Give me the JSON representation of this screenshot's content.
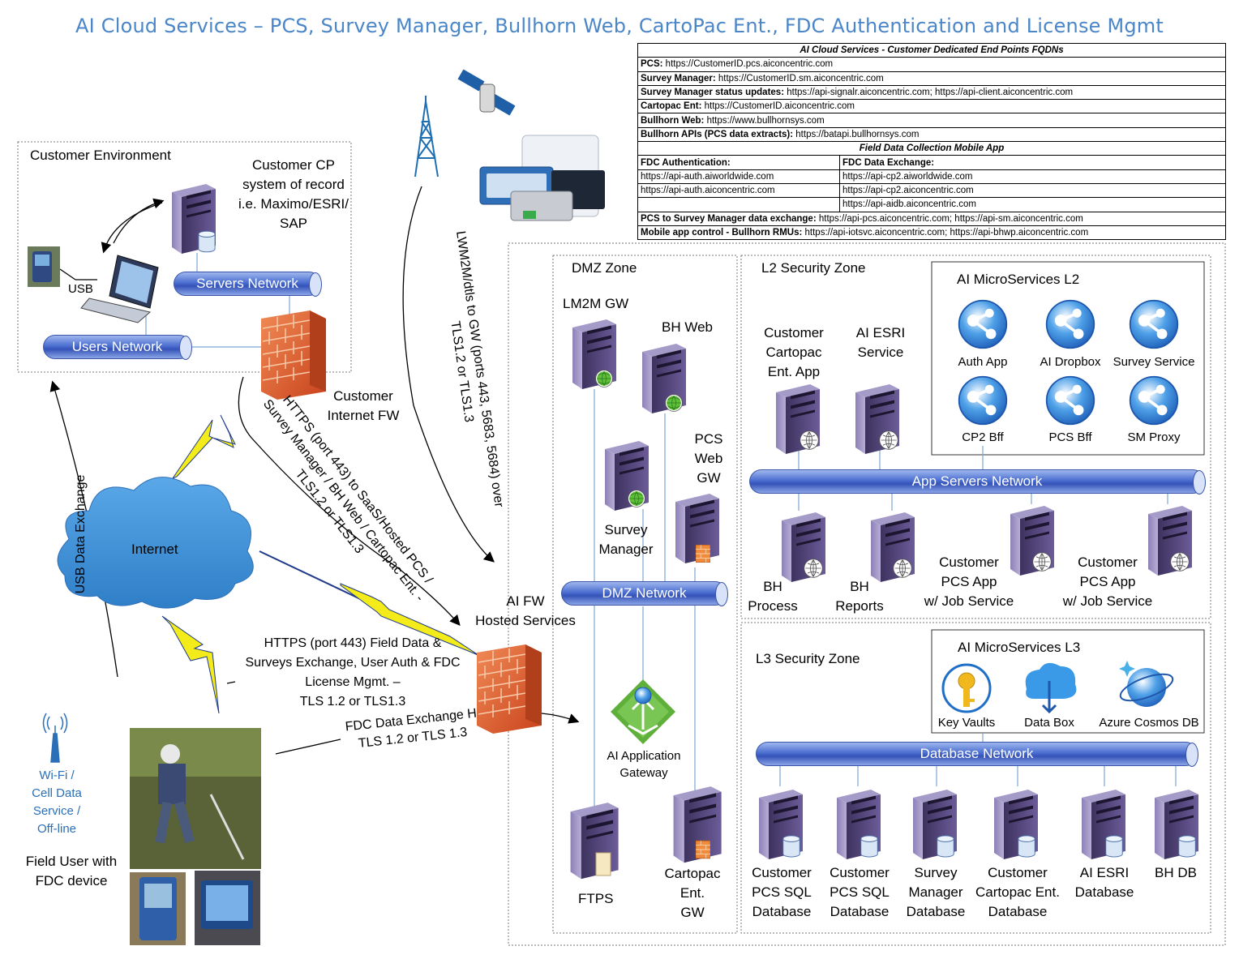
{
  "title": "AI Cloud Services – PCS, Survey Manager, Bullhorn Web, CartoPac Ent., FDC Authentication and License Mgmt",
  "table": {
    "header": "AI Cloud Services - Customer Dedicated End Points FQDNs",
    "rows": [
      {
        "key": "PCS:",
        "value": " https://CustomerID.pcs.aiconcentric.com"
      },
      {
        "key": "Survey Manager:",
        "value": " https://CustomerID.sm.aiconcentric.com"
      },
      {
        "key": "Survey Manager status updates:",
        "value": " https://api-signalr.aiconcentric.com; https://api-client.aiconcentric.com"
      },
      {
        "key": "Cartopac Ent:",
        "value": " https://CustomerID.aiconcentric.com"
      },
      {
        "key": "Bullhorn Web:",
        "value": " https://www.bullhornsys.com"
      },
      {
        "key": "Bullhorn APIs (PCS data extracts):",
        "value": " https://batapi.bullhornsys.com"
      }
    ],
    "fdc_header": "Field Data Collection Mobile App",
    "fdc_auth_header": "FDC Authentication:",
    "fdc_exchange_header": "FDC Data Exchange:",
    "fdc_rows": [
      [
        "https://api-auth.aiworldwide.com",
        "https://api-cp2.aiworldwide.com"
      ],
      [
        "https://api-auth.aiconcentric.com",
        "https://api-cp2.aiconcentric.com"
      ],
      [
        "",
        "https://api-aidb.aiconcentric.com"
      ]
    ],
    "bottom_rows": [
      {
        "key": "PCS to Survey Manager data exchange:",
        "value": " https://api-pcs.aiconcentric.com; https://api-sm.aiconcentric.com"
      },
      {
        "key": "Mobile app control - Bullhorn RMUs:",
        "value": " https://api-iotsvc.aiconcentric.com; https://api-bhwp.aiconcentric.com"
      }
    ]
  },
  "customer_env": {
    "title": "Customer Environment",
    "cp_system": [
      "Customer CP",
      "system of record",
      "i.e. Maximo/ESRI/",
      "SAP"
    ],
    "servers_network": "Servers Network",
    "users_network": "Users Network",
    "usb": "USB",
    "firewall": [
      "Customer",
      "Internet FW"
    ]
  },
  "internet": "Internet",
  "usb_exchange": "USB Data Exchange",
  "field": {
    "wifi": [
      "Wi-Fi /",
      "Cell Data",
      "Service /",
      "Off-line"
    ],
    "user": [
      "Field User with",
      "FDC device"
    ]
  },
  "links": {
    "lwm2m": [
      "LWM2M/dtls to GW (ports 443, 5683, 5684) over",
      "TLS1.2 or TLS1.3"
    ],
    "https_saas": [
      "HTTPS (port 443) to SaaS/Hosted PCS /",
      "Survey Manager / BH Web / Cartopac Ent. -",
      "TLS1.2 or TLS1.3"
    ],
    "https_field": [
      "HTTPS (port 443) Field Data &",
      "Surveys Exchange, User Auth & FDC",
      "License Mgmt. –",
      "TLS 1.2 or TLS1.3"
    ],
    "fdc_exchange": [
      "FDC Data Exchange H",
      "TLS 1.2 or TLS 1.3"
    ]
  },
  "ai_fw": [
    "AI FW",
    "Hosted Services"
  ],
  "dmz": {
    "title": "DMZ Zone",
    "lm2m": "LM2M GW",
    "bh_web": "BH Web",
    "pcs_web": [
      "PCS",
      "Web",
      "GW"
    ],
    "survey_manager": [
      "Survey",
      "Manager"
    ],
    "network": "DMZ Network",
    "app_gateway": [
      "AI Application",
      "Gateway"
    ],
    "ftps": "FTPS",
    "cartopac": [
      "Cartopac",
      "Ent.",
      "GW"
    ]
  },
  "l2": {
    "title": "L2 Security Zone",
    "cartopac_app": [
      "Customer",
      "Cartopac",
      "Ent. App"
    ],
    "esri": [
      "AI ESRI",
      "Service"
    ],
    "micro_title": "AI MicroServices L2",
    "micro": [
      "Auth App",
      "AI Dropbox",
      "Survey Service",
      "CP2 Bff",
      "PCS Bff",
      "SM Proxy"
    ],
    "network": "App Servers Network",
    "bh_process": [
      "BH",
      "Process"
    ],
    "bh_reports": [
      "BH",
      "Reports"
    ],
    "pcs_app1": [
      "Customer",
      "PCS App",
      "w/ Job Service"
    ],
    "pcs_app2": [
      "Customer",
      "PCS App",
      "w/ Job Service"
    ]
  },
  "l3": {
    "title": "L3 Security Zone",
    "micro_title": "AI MicroServices L3",
    "micro": [
      "Key Vaults",
      "Data Box",
      "Azure Cosmos DB"
    ],
    "network": "Database Network",
    "dbs": [
      [
        "Customer",
        "PCS SQL",
        "Database"
      ],
      [
        "Customer",
        "PCS SQL",
        "Database"
      ],
      [
        "Survey",
        "Manager",
        "Database"
      ],
      [
        "Customer",
        "Cartopac Ent.",
        "Database"
      ],
      [
        "AI ESRI",
        "Database"
      ],
      [
        "BH DB"
      ]
    ]
  },
  "colors": {
    "title": "#4a86c8",
    "network": "#3f5fc4",
    "server": "#5a4c86",
    "firewall": "#d9582a",
    "globe": "#5fbf3a",
    "cloud": "#3f8fd6",
    "lightning": "#f3ec1a"
  }
}
